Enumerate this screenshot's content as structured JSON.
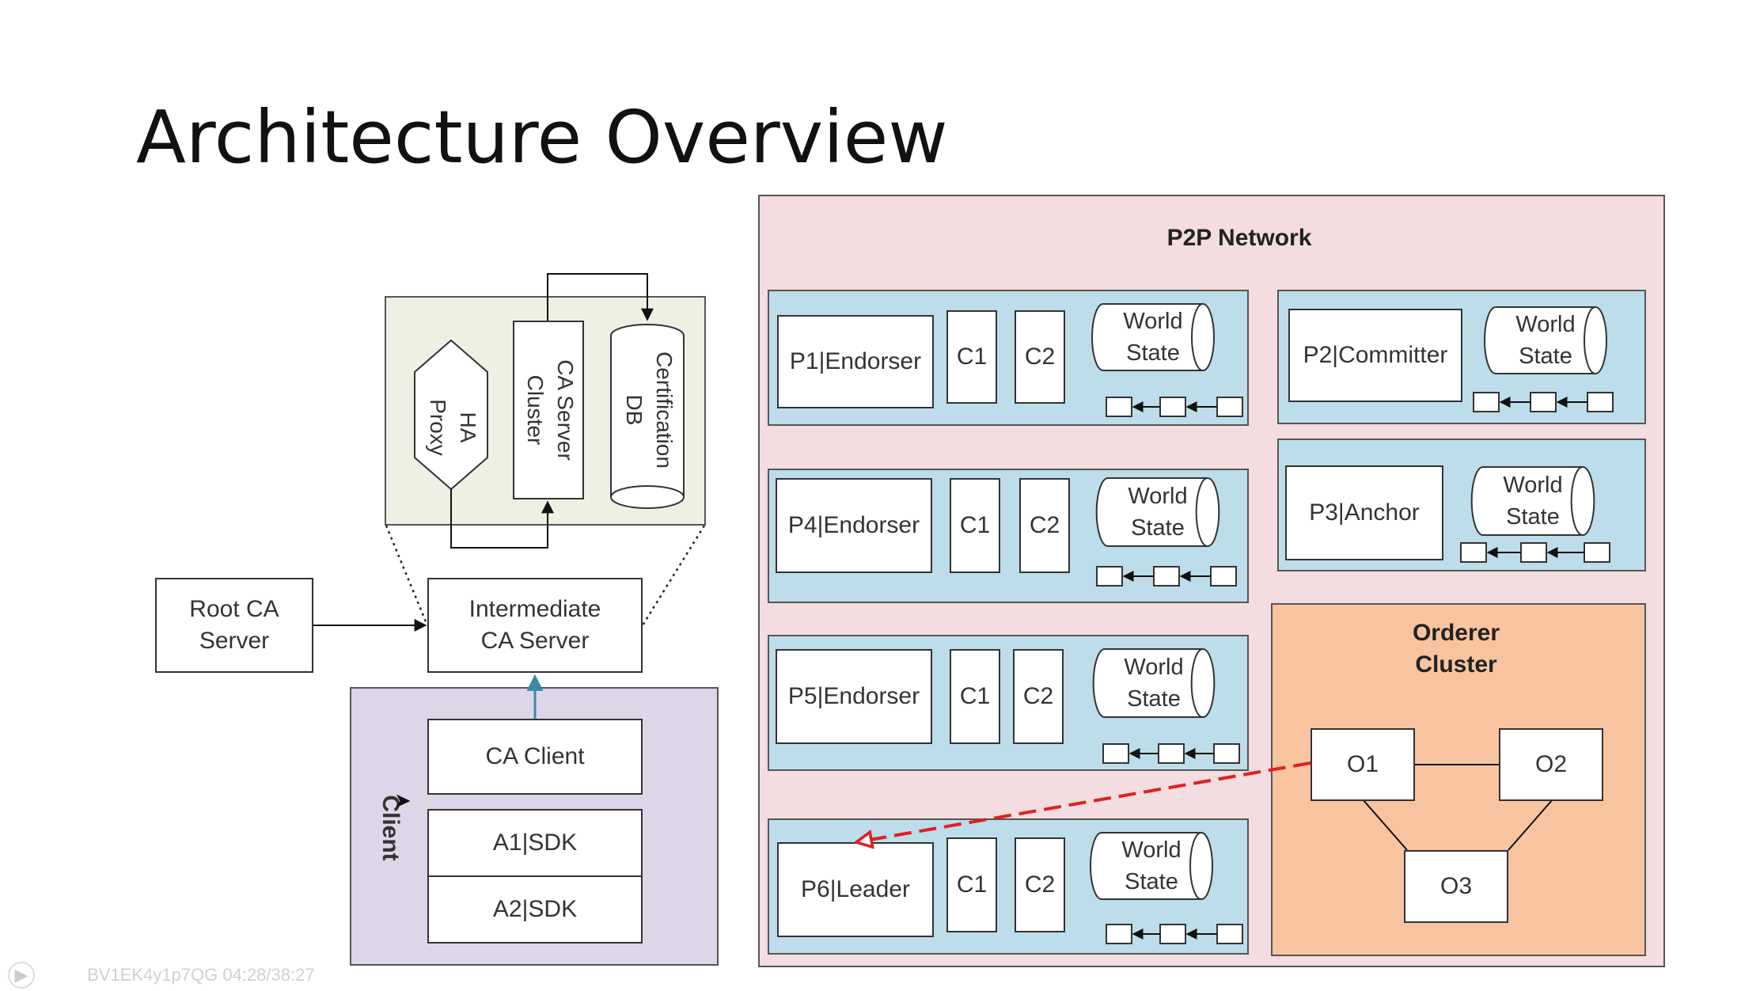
{
  "slide": {
    "title": "Architecture Overview"
  },
  "ca": {
    "root": "Root CA\nServer",
    "intermediate": "Intermediate\nCA Server",
    "ha_proxy": "HA\nProxy",
    "cluster": "CA Server\nCluster",
    "db": "Certification\nDB"
  },
  "client": {
    "label": "Client",
    "ca_client": "CA Client",
    "sdk1": "A1|SDK",
    "sdk2": "A2|SDK"
  },
  "p2p": {
    "label": "P2P Network",
    "world_state": "World\nState",
    "c1": "C1",
    "c2": "C2",
    "peers": {
      "p1": "P1|Endorser",
      "p4": "P4|Endorser",
      "p5": "P5|Endorser",
      "p6": "P6|Leader",
      "p2": "P2|Committer",
      "p3": "P3|Anchor"
    }
  },
  "orderer": {
    "label": "Orderer\nCluster",
    "o1": "O1",
    "o2": "O2",
    "o3": "O3"
  },
  "colors": {
    "p2p_bg": "#f3dde0",
    "peer_bg": "#bcdde9",
    "orderer_bg": "#f8c4a0",
    "ca_bg": "#eef0e4",
    "client_bg": "#ddd6e8",
    "arrow_red": "#e02020",
    "arrow_teal": "#3a8aa8"
  },
  "footer": {
    "player_text": "BV1EK4y1p7QG 04:28/38:27"
  }
}
